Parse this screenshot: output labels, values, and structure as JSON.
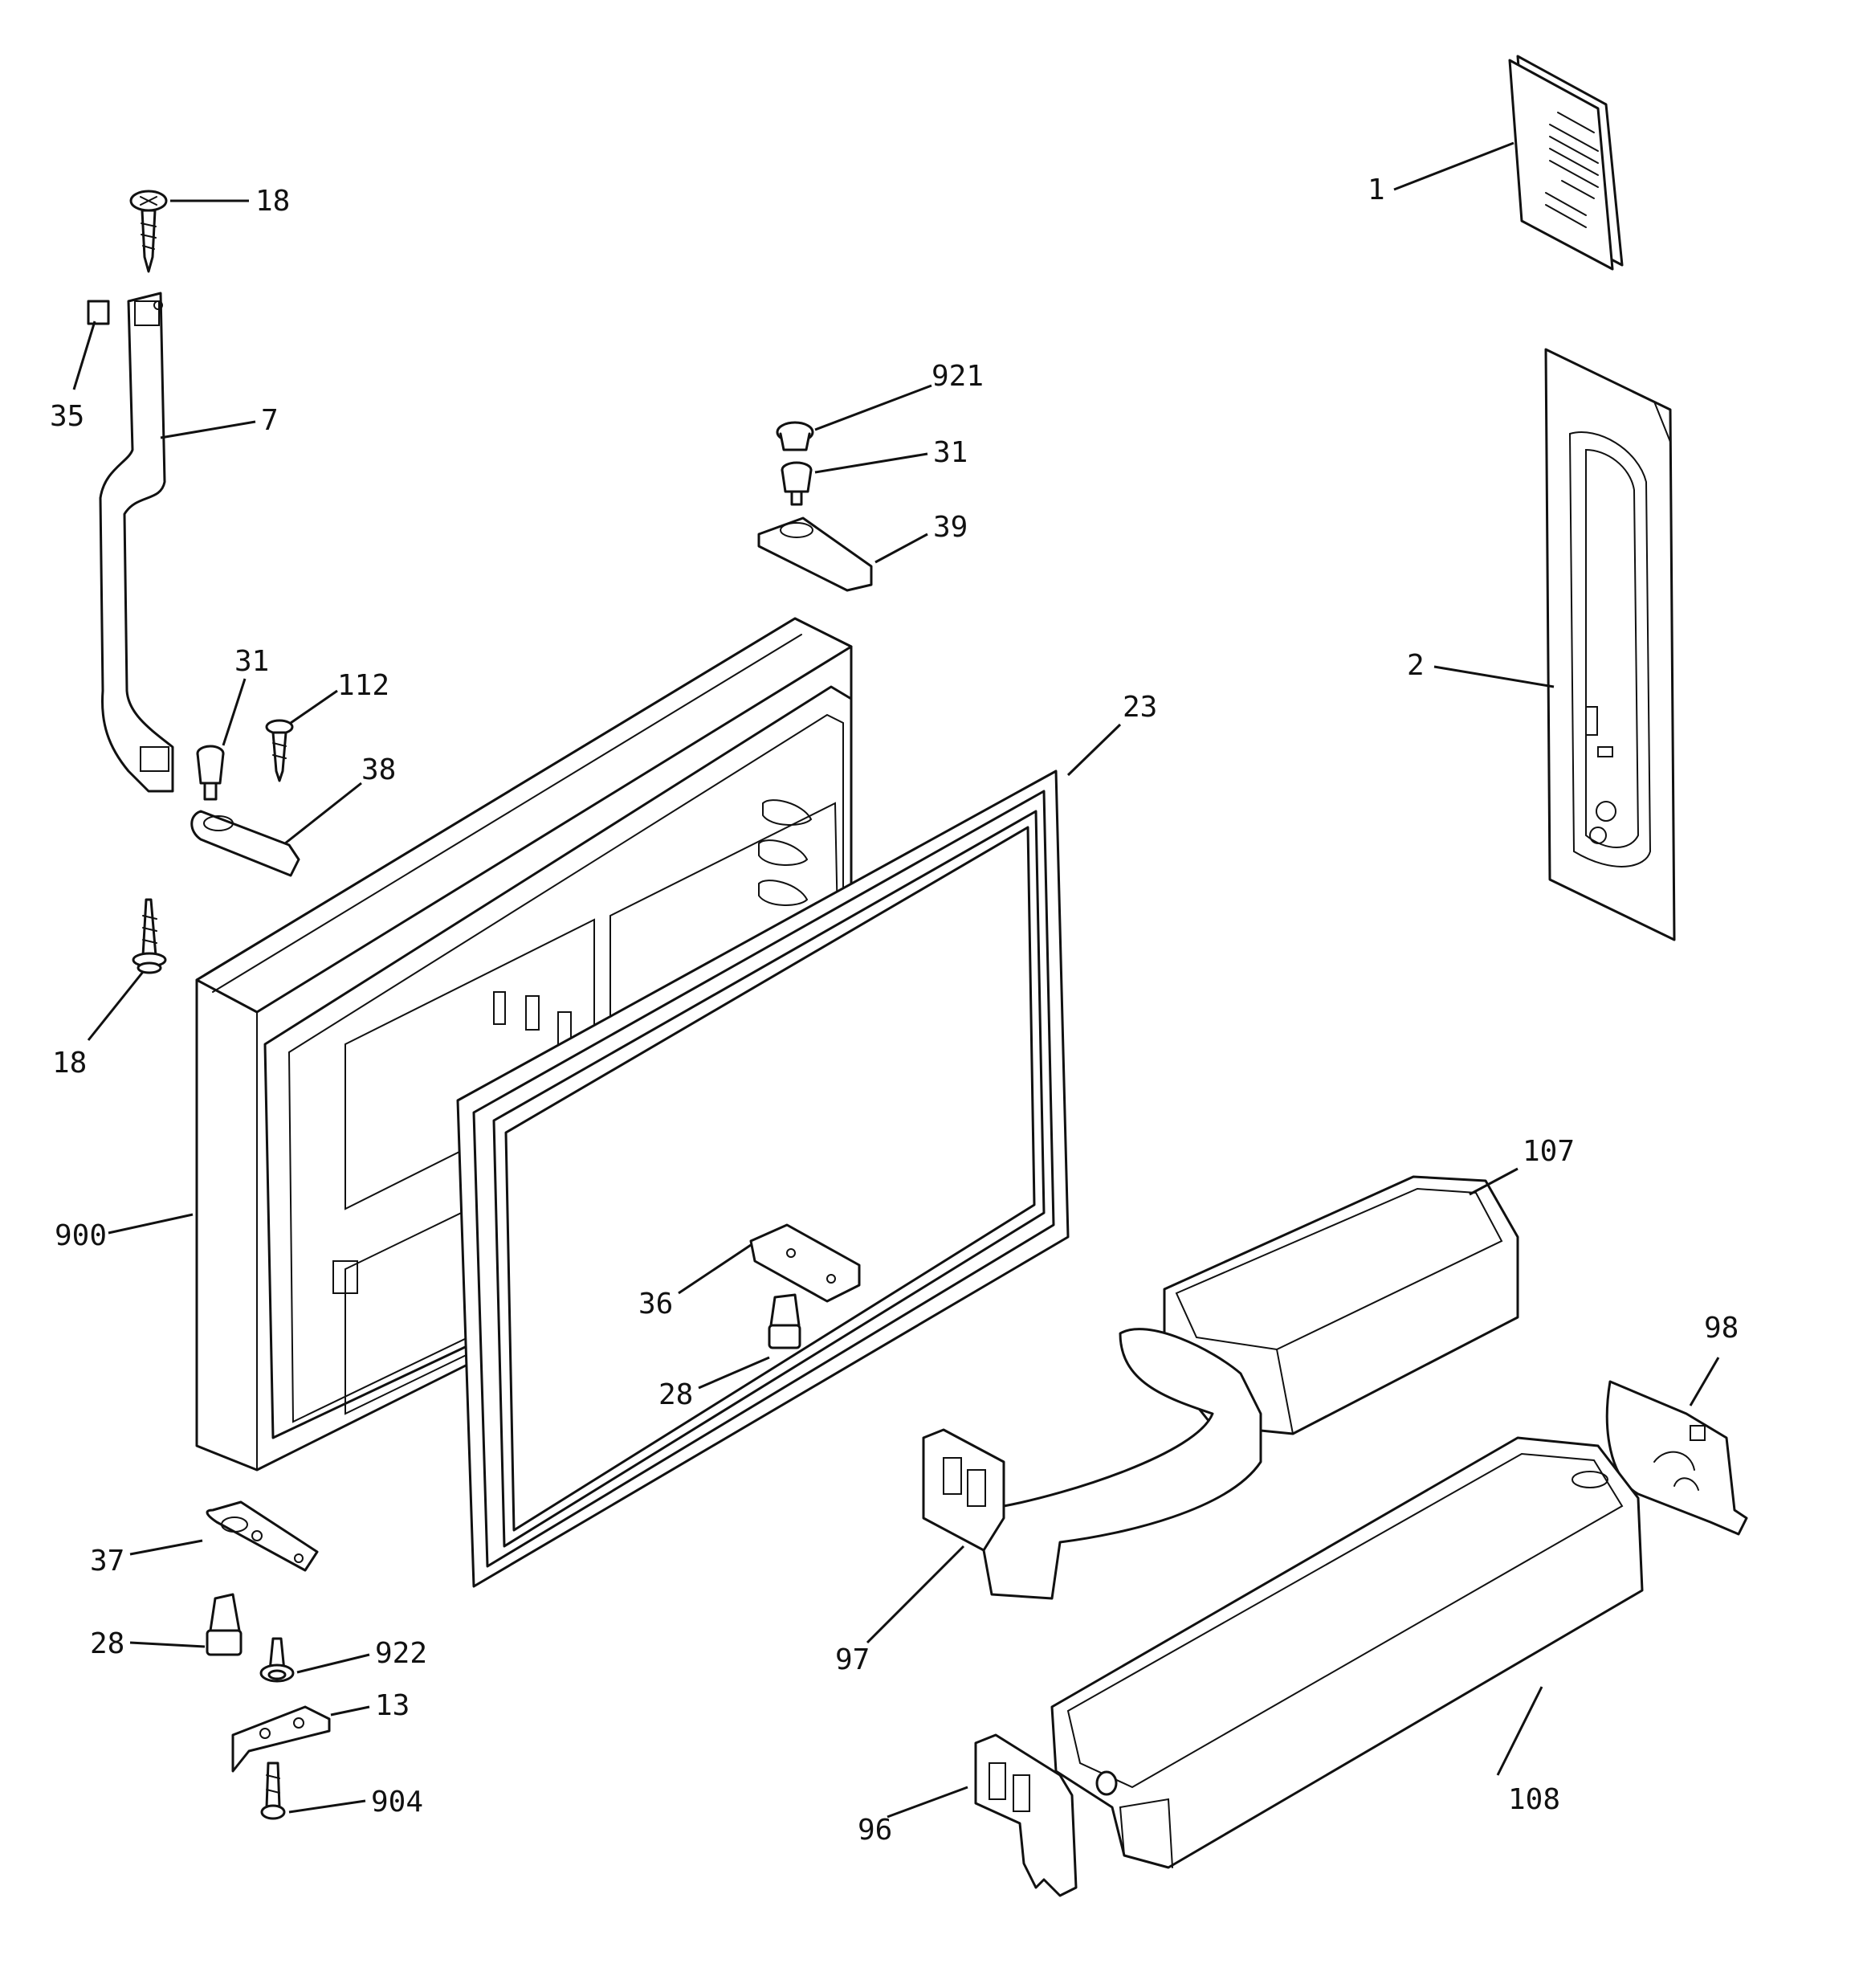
{
  "diagram": {
    "parts": [
      {
        "id": "p1",
        "label": "1"
      },
      {
        "id": "p2",
        "label": "2"
      },
      {
        "id": "p7",
        "label": "7"
      },
      {
        "id": "p13",
        "label": "13"
      },
      {
        "id": "p18a",
        "label": "18"
      },
      {
        "id": "p18b",
        "label": "18"
      },
      {
        "id": "p23",
        "label": "23"
      },
      {
        "id": "p28a",
        "label": "28"
      },
      {
        "id": "p28b",
        "label": "28"
      },
      {
        "id": "p31a",
        "label": "31"
      },
      {
        "id": "p31b",
        "label": "31"
      },
      {
        "id": "p35",
        "label": "35"
      },
      {
        "id": "p36",
        "label": "36"
      },
      {
        "id": "p37",
        "label": "37"
      },
      {
        "id": "p38",
        "label": "38"
      },
      {
        "id": "p39",
        "label": "39"
      },
      {
        "id": "p96",
        "label": "96"
      },
      {
        "id": "p97",
        "label": "97"
      },
      {
        "id": "p98",
        "label": "98"
      },
      {
        "id": "p107",
        "label": "107"
      },
      {
        "id": "p108",
        "label": "108"
      },
      {
        "id": "p112",
        "label": "112"
      },
      {
        "id": "p900",
        "label": "900"
      },
      {
        "id": "p904",
        "label": "904"
      },
      {
        "id": "p921",
        "label": "921"
      },
      {
        "id": "p922",
        "label": "922"
      }
    ]
  }
}
